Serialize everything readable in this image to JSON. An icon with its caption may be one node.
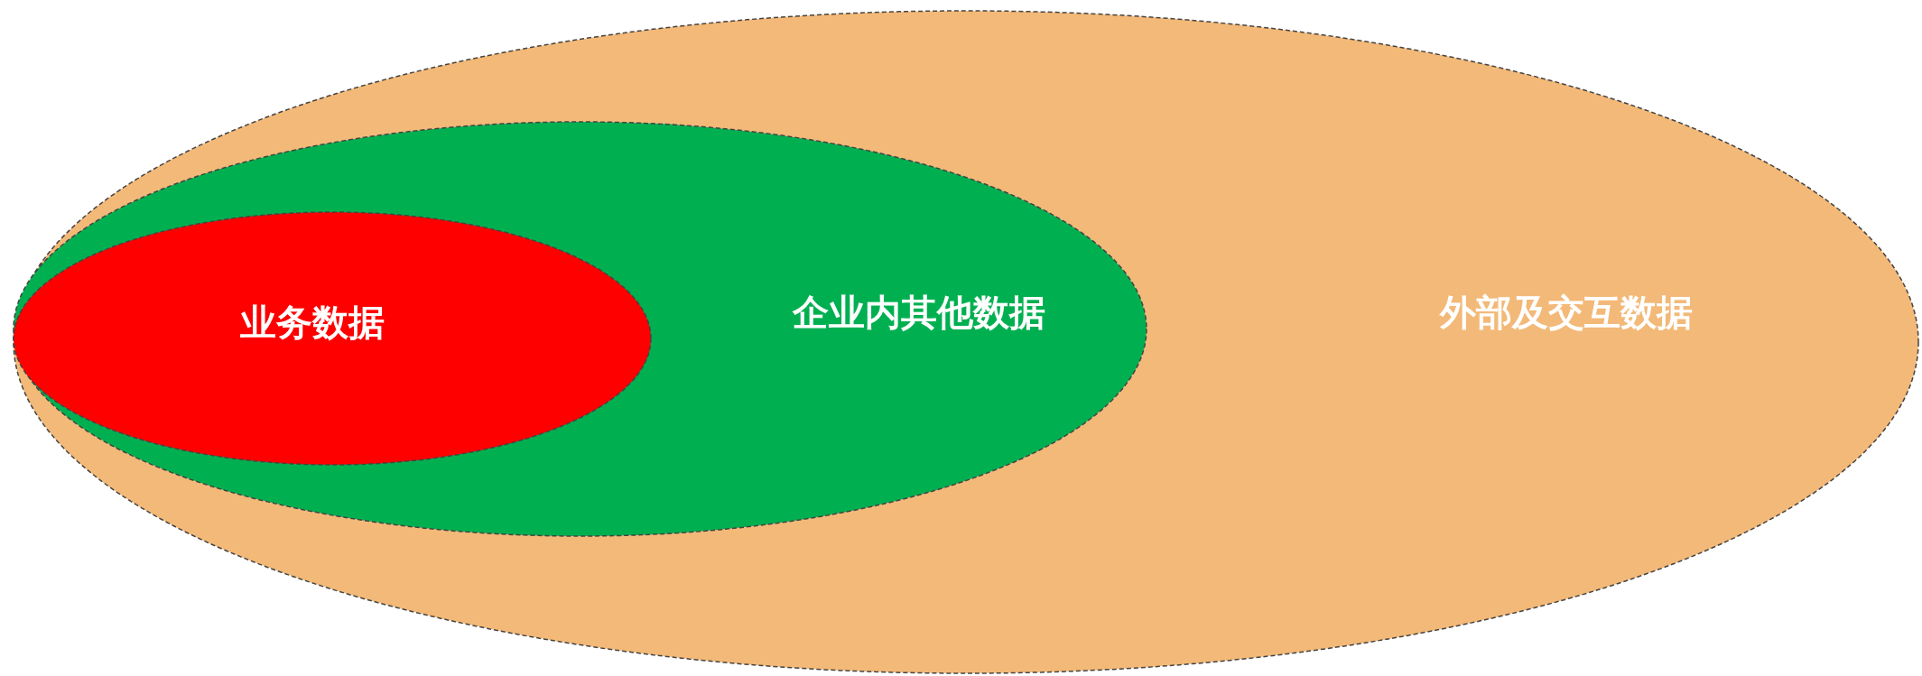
{
  "diagram": {
    "nodes": [
      {
        "text": [
          "外部及交互数据"
        ]
      },
      {
        "text": [
          "企业内其他数据"
        ],
        "in": 0
      },
      {
        "text": [
          "业务数据"
        ],
        "in": 1
      }
    ],
    "edges": []
  }
}
